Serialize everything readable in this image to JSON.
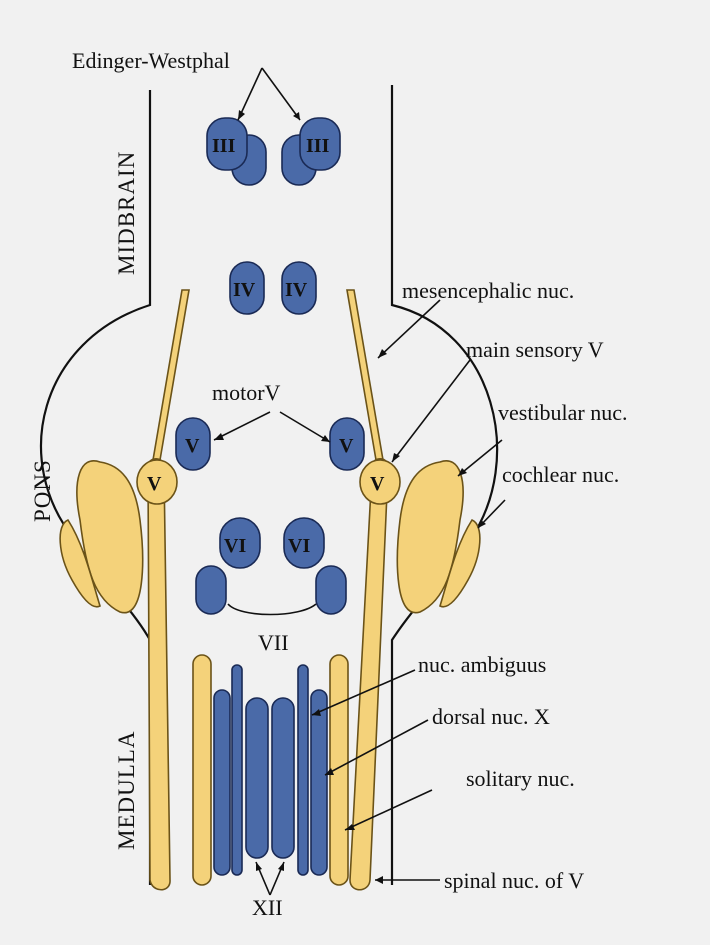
{
  "colors": {
    "background": "#f1f1f1",
    "motor_nuclei": "#4a6aa8",
    "sensory_nuclei": "#f4d27a",
    "outline": "#111111"
  },
  "labels": {
    "edinger_westphal": "Edinger-Westphal",
    "mesencephalic": "mesencephalic nuc.",
    "main_sensory": "main sensory V",
    "vestibular": "vestibular nuc.",
    "cochlear": "cochlear nuc.",
    "motor_v": "motorV",
    "vii": "VII",
    "ambiguus": "nuc. ambiguus",
    "dorsal_x": "dorsal nuc. X",
    "solitary": "solitary nuc.",
    "spinal_v": "spinal nuc. of V",
    "xii": "XII"
  },
  "regions": {
    "midbrain": "MIDBRAIN",
    "pons": "PONS",
    "medulla": "MEDULLA"
  },
  "nuclei": {
    "iii": "III",
    "iv": "IV",
    "v": "V",
    "vi": "VI"
  }
}
